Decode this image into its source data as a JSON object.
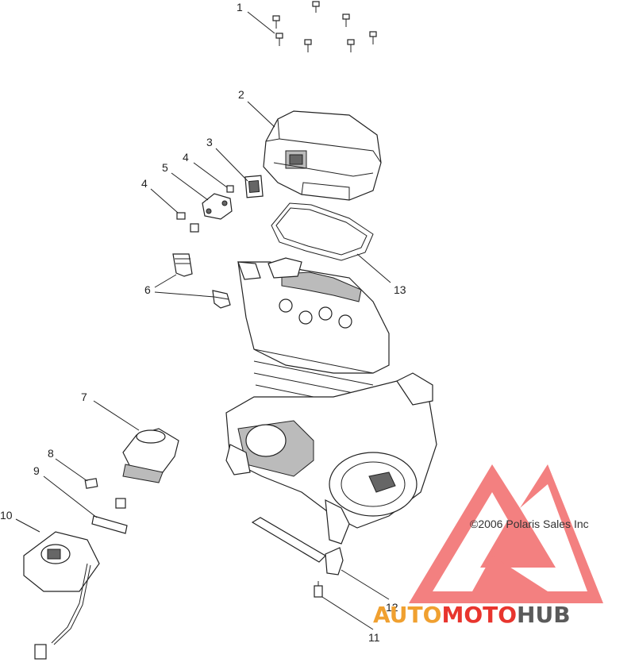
{
  "callouts": {
    "c1": "1",
    "c2": "2",
    "c3": "3",
    "c4a": "4",
    "c4b": "4",
    "c5": "5",
    "c6": "6",
    "c7": "7",
    "c8": "8",
    "c9": "9",
    "c10": "10",
    "c11": "11",
    "c12": "12",
    "c13": "13"
  },
  "copyright": "©2006 Polaris Sales Inc",
  "watermark": {
    "part1": "AUTO",
    "part2": "MOTO",
    "part3": "HUB",
    "colors": {
      "auto": "#f0a030",
      "moto": "#e8352e",
      "hub": "#5a5a5a"
    }
  }
}
